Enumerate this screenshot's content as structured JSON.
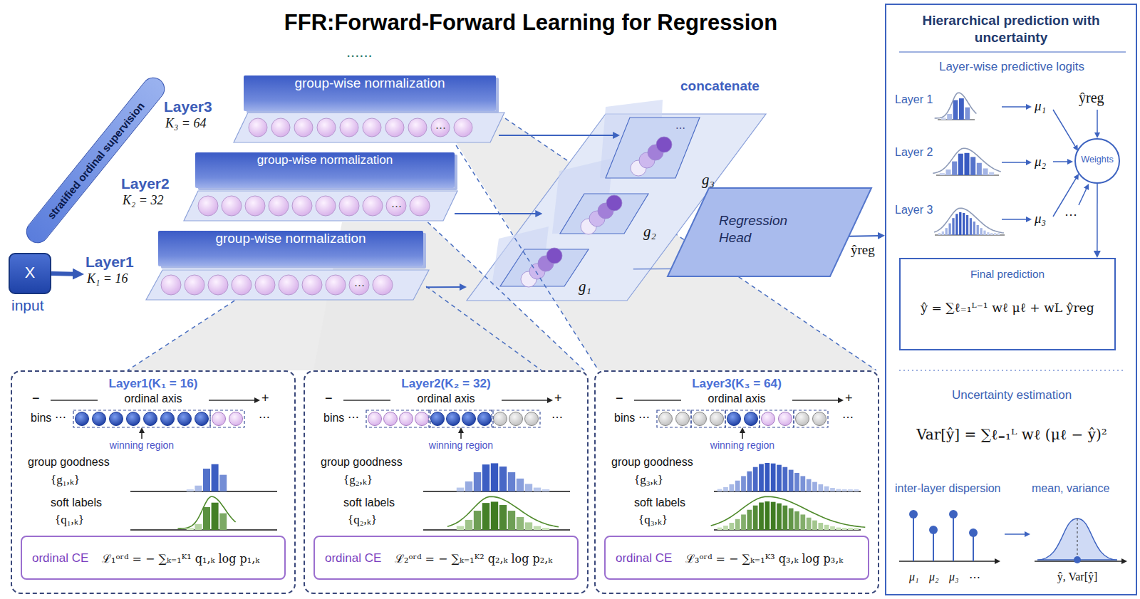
{
  "diagram": {
    "title": "FFR:Forward-Forward Learning for Regression",
    "nodes": [
      {
        "text": [
          "X",
          "input"
        ]
      },
      {
        "text": [
          "stratified ordinal supervision"
        ]
      },
      {
        "text": [
          "Layer1",
          "K₁ = 16",
          "group-wise normalization"
        ]
      },
      {
        "text": [
          "Layer2",
          "K₂ = 32",
          "group-wise normalization"
        ]
      },
      {
        "text": [
          "Layer3",
          "K₃ = 64",
          "group-wise normalization"
        ]
      },
      {
        "text": [
          "concatenate"
        ]
      },
      {
        "text": [
          "Regression Head"
        ]
      },
      {
        "text": [
          "Layer1(K₁ = 16)"
        ]
      },
      {
        "text": [
          "ordinal CE",
          "ℒ₁ᵒʳᵈ = − ∑ₖ₌₁ᴷ¹ q₁,ₖ log p₁,ₖ"
        ],
        "in": 7
      },
      {
        "text": [
          "Layer2(K₂ = 32)"
        ]
      },
      {
        "text": [
          "ordinal CE",
          "ℒ₂ᵒʳᵈ = − ∑ₖ₌₁ᴷ² q₂,ₖ log p₂,ₖ"
        ],
        "in": 9
      },
      {
        "text": [
          "Layer3(K₃ = 64)"
        ]
      },
      {
        "text": [
          "ordinal CE",
          "ℒ₃ᵒʳᵈ = − ∑ₖ₌₁ᴷ³ q₃,ₖ log p₃,ₖ"
        ],
        "in": 11
      },
      {
        "text": [
          "Hierarchical prediction with uncertainty"
        ]
      },
      {
        "text": [
          "Weights"
        ],
        "in": 13
      },
      {
        "text": [
          "Final prediction",
          "ŷ = ∑ℓ₌₁ᴸ⁻¹ wℓ μℓ + wL ŷreg"
        ],
        "in": 13
      }
    ],
    "edges": [
      {
        "from": 0,
        "to": 2,
        "arrow": "to"
      },
      {
        "from": 2,
        "to": 5,
        "arrow": "to"
      },
      {
        "from": 3,
        "to": 5,
        "arrow": "to"
      },
      {
        "from": 4,
        "to": 5,
        "arrow": "to"
      },
      {
        "from": 5,
        "to": 6,
        "arrow": "none"
      },
      {
        "from": 6,
        "to": 13,
        "arrow": "to",
        "label": "ŷreg"
      },
      {
        "from": 14,
        "to": 15,
        "arrow": "to"
      },
      {
        "from": 2,
        "to": 7,
        "arrow": "none"
      },
      {
        "from": 3,
        "to": 9,
        "arrow": "none"
      },
      {
        "from": 4,
        "to": 11,
        "arrow": "none"
      }
    ],
    "labels": [
      "......",
      "⋯",
      "⋯",
      "⋯",
      "⋯",
      "g₁",
      "g₂",
      "g₃",
      "−",
      "ordinal axis",
      "+",
      "bins",
      "⋯",
      "⋯",
      "winning region",
      "group goodness",
      "{g₁,ₖ}",
      "soft labels",
      "{q₁,ₖ}",
      "−",
      "ordinal axis",
      "+",
      "bins",
      "⋯",
      "⋯",
      "winning region",
      "group goodness",
      "{g₂,ₖ}",
      "soft labels",
      "{q₂,ₖ}",
      "−",
      "ordinal axis",
      "+",
      "bins",
      "⋯",
      "⋯",
      "winning region",
      "group goodness",
      "{g₃,ₖ}",
      "soft labels",
      "{q₃,ₖ}",
      "Layer-wise predictive logits",
      "Layer 1",
      "Layer 2",
      "Layer 3",
      "μ₁",
      "μ₂",
      "μ₃",
      "ŷreg",
      "⋯",
      "Uncertainty estimation",
      "Var[ŷ] = ∑ℓ₌₁ᴸ wℓ (μℓ − ŷ)²",
      "inter-layer dispersion",
      "mean, variance",
      "μ₁",
      "μ₂",
      "μ₃",
      "⋯",
      "ŷ, Var[ŷ]"
    ]
  }
}
